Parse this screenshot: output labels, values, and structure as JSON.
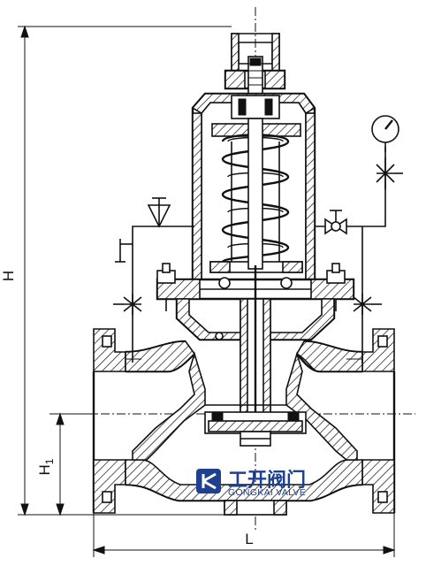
{
  "diagram": {
    "dimensions": {
      "height_label": "H",
      "height1_label": "H",
      "height1_subscript": "1",
      "length_label": "L"
    },
    "logo": {
      "brand_cn": "工开阀门",
      "brand_en": "GONGKAI VALVE",
      "brand_color": "#1f3f8f"
    }
  }
}
